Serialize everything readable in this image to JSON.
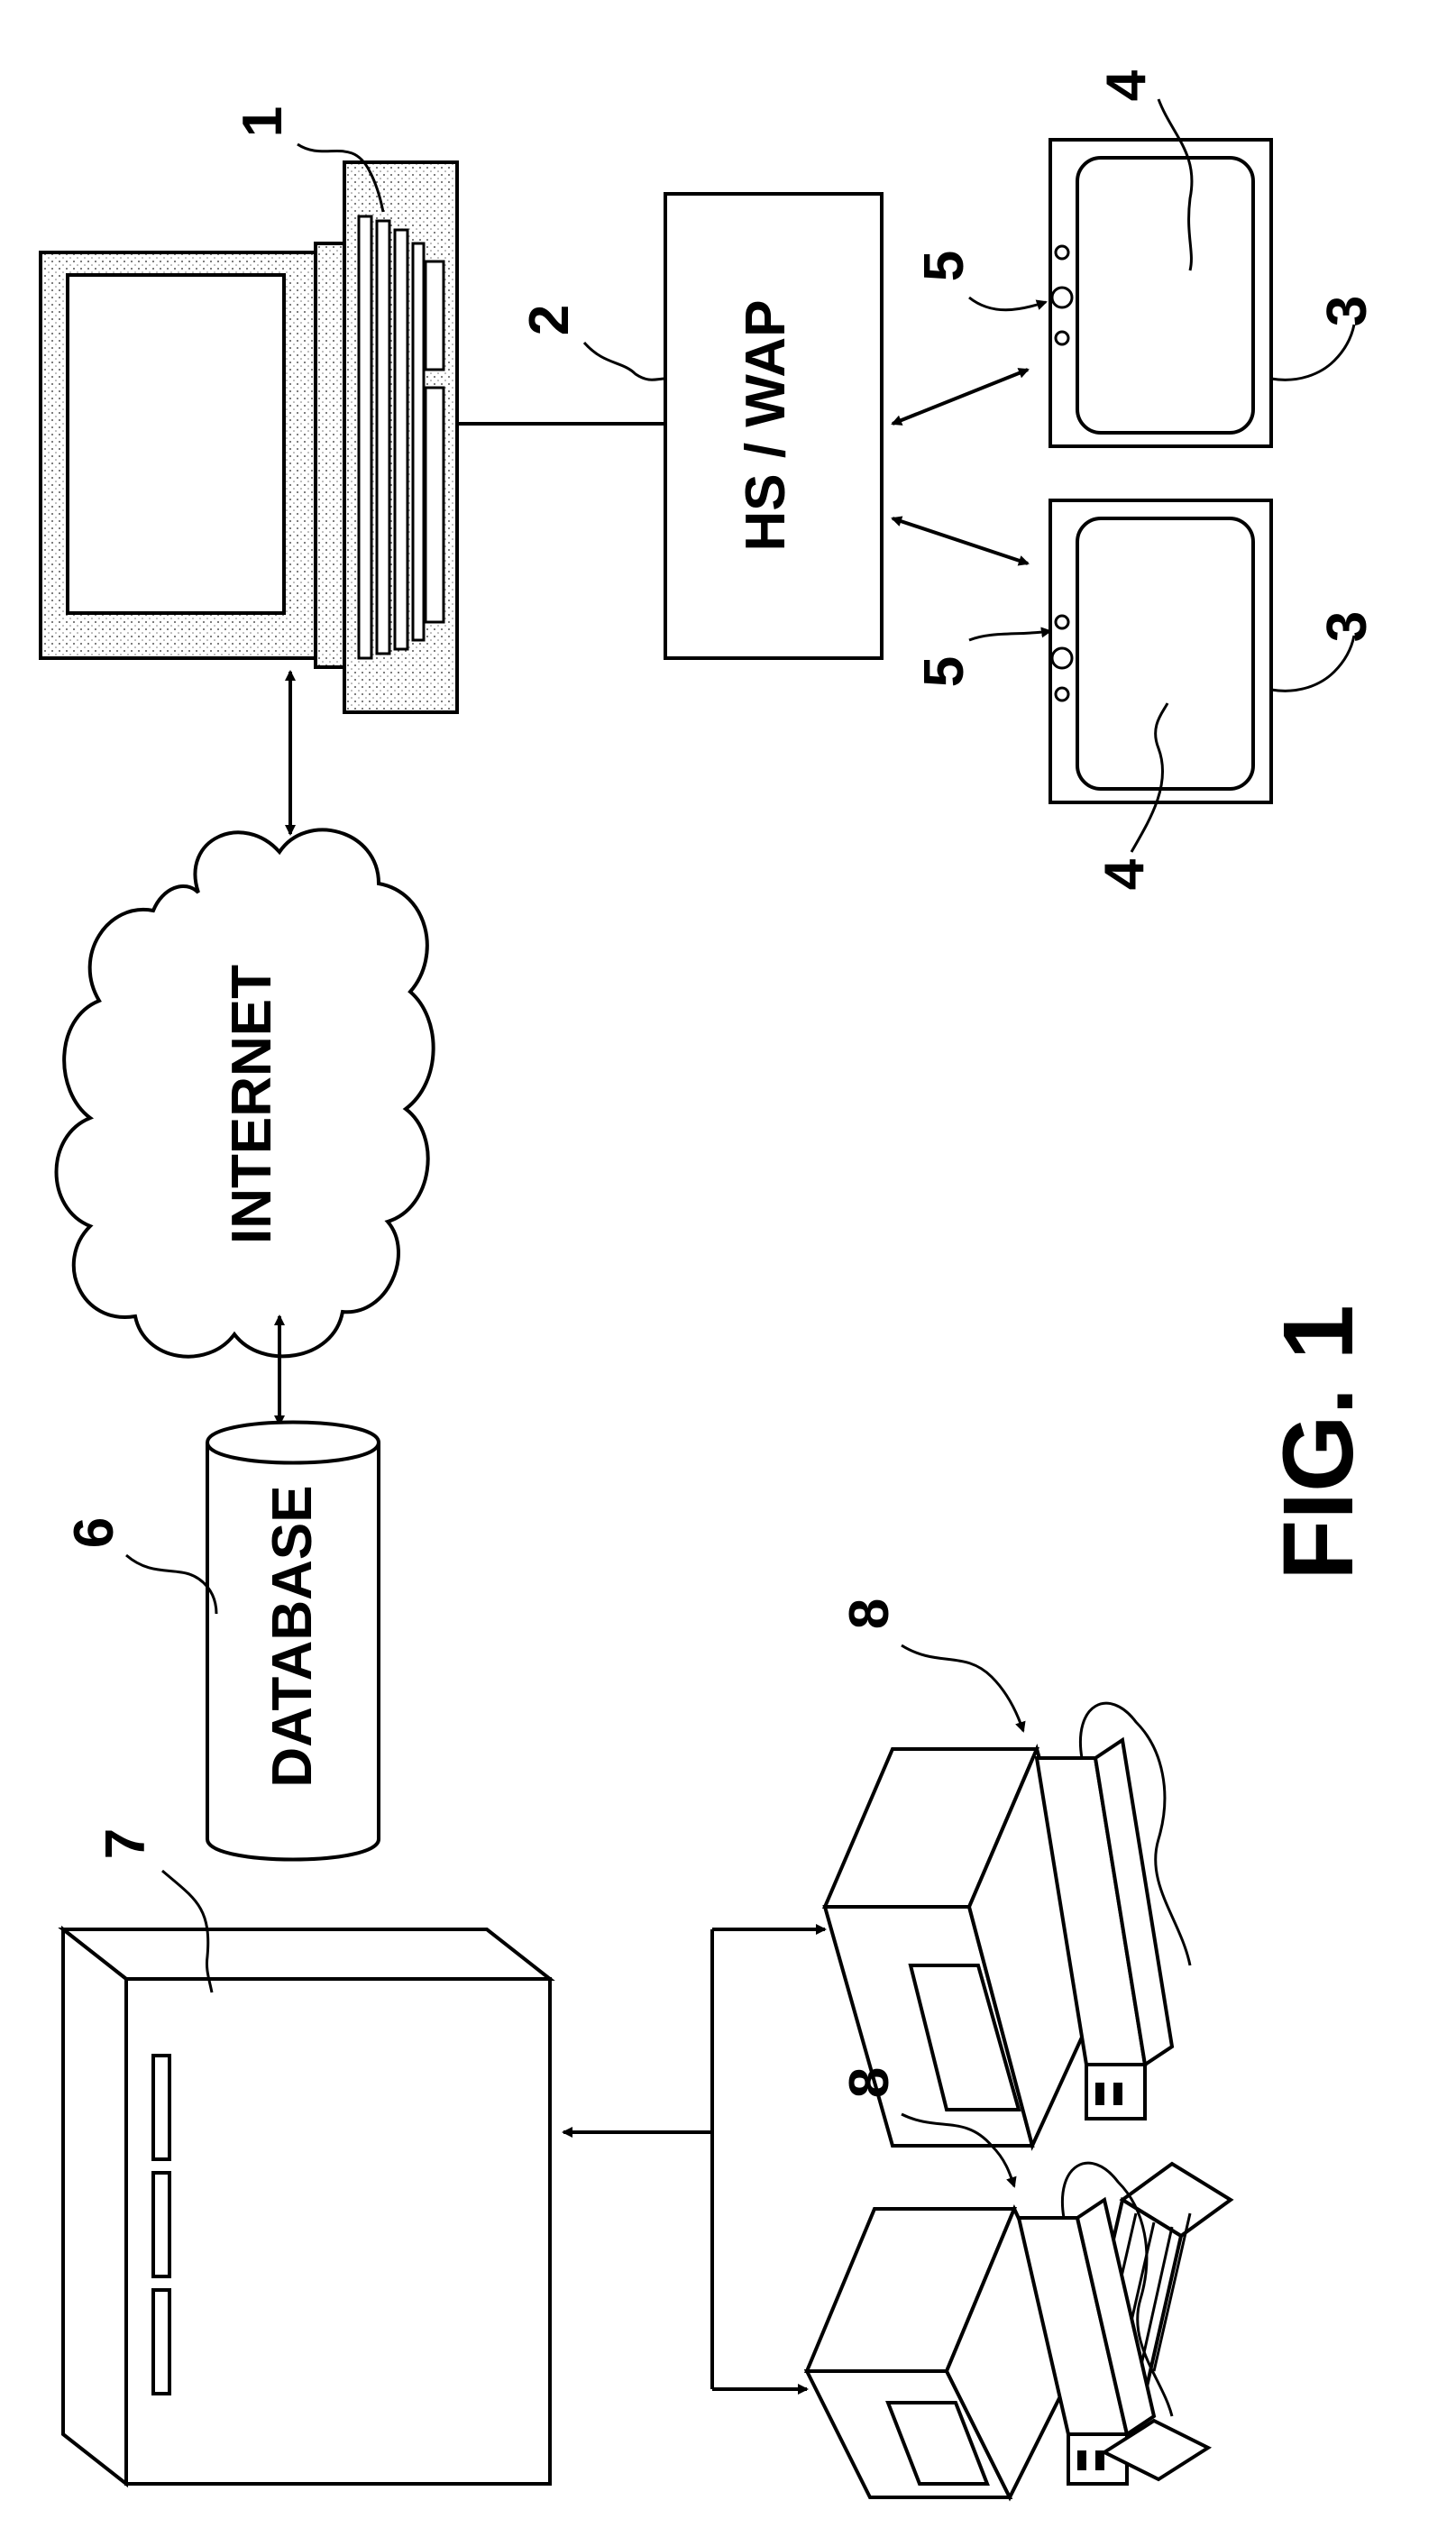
{
  "figure": {
    "caption": "FIG. 1",
    "labels": {
      "internet": "INTERNET",
      "database": "DATABASE",
      "hs_wap": "HS / WAP"
    },
    "ref_numerals": {
      "laptop": "1",
      "hs_wap": "2",
      "monitor_a": "3",
      "monitor_b": "3",
      "screen_a": "4",
      "screen_b": "4",
      "control_a": "5",
      "control_b": "5",
      "database": "6",
      "server": "7",
      "workstation_a": "8",
      "workstation_b": "8"
    }
  }
}
